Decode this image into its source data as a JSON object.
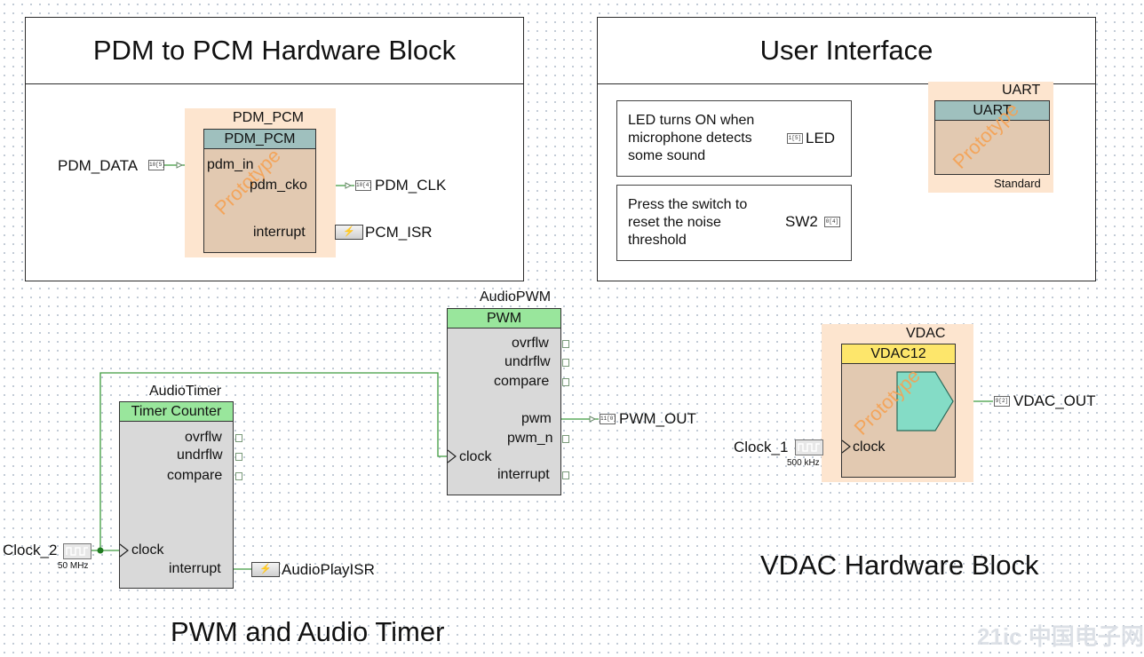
{
  "sections": {
    "pdm_to_pcm": "PDM to PCM Hardware Block",
    "user_interface": "User Interface",
    "vdac": "VDAC Hardware Block",
    "pwm_audio_timer": "PWM and Audio Timer"
  },
  "colors": {
    "prototype_halo": "#fde5cf",
    "block_body_tan": "#e2c9b1",
    "block_body_gray": "#d9d9d9",
    "head_teal": "#9fc0be",
    "head_green": "#99e69c",
    "head_yellow": "#fde66b",
    "wire_green": "#3d9a3d",
    "dac_shape": "#84dcc6"
  },
  "watermark": "Prototype",
  "pdm_pcm": {
    "instance": "PDM_PCM",
    "type": "PDM_PCM",
    "pins": {
      "pdm_in": "pdm_in",
      "pdm_cko": "pdm_cko",
      "interrupt": "interrupt"
    },
    "net_in": "PDM_DATA",
    "port_in": "10[5]",
    "net_clk": "PDM_CLK",
    "port_clk": "10[4]",
    "net_isr": "PCM_ISR"
  },
  "user_interface": {
    "led_note": [
      "LED turns ON when",
      "microphone detects",
      "some sound"
    ],
    "led_port": "1[5]",
    "led_net": "LED",
    "switch_note": [
      "Press the switch to",
      "reset the noise",
      "threshold"
    ],
    "switch_net": "SW2",
    "switch_port": "0[4]",
    "uart": {
      "instance": "UART",
      "type": "UART",
      "mode": "Standard"
    }
  },
  "audio_pwm": {
    "instance": "AudioPWM",
    "type": "PWM",
    "pins": [
      "ovrflw",
      "undrflw",
      "compare",
      "pwm",
      "pwm_n",
      "clock",
      "interrupt"
    ],
    "net_out": "PWM_OUT",
    "port_out": "11[0]"
  },
  "audio_timer": {
    "instance": "AudioTimer",
    "type": "Timer Counter",
    "pins": [
      "ovrflw",
      "undrflw",
      "compare",
      "clock",
      "interrupt"
    ],
    "net_isr": "AudioPlayISR"
  },
  "clock_2": {
    "name": "Clock_2",
    "freq": "50 MHz"
  },
  "vdac": {
    "instance": "VDAC",
    "type": "VDAC12",
    "pin_clock": "clock",
    "net_out": "VDAC_OUT",
    "port_out": "9[2]",
    "clock": {
      "name": "Clock_1",
      "freq": "500 kHz"
    }
  },
  "site_watermark": "21ic 中国电子网"
}
